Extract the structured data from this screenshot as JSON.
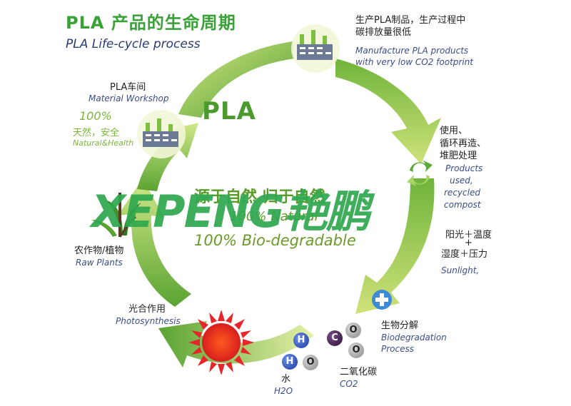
{
  "title": {
    "cn": "PLA 产品的生命周期",
    "en": "PLA Life-cycle process"
  },
  "center": {
    "pla": "PLA",
    "cn_slogan": "源于自然   归于自然",
    "en_natural": "100% Natural",
    "en_degradable": "100% Bio-degradable"
  },
  "watermark": "XEPENG艳鹏",
  "stages": {
    "manufacture": {
      "cn_line1": "生产PLA制品，生产过程中",
      "cn_line2": "碳排放量很低",
      "en_line1": "Manufacture PLA products",
      "en_line2": "with very low CO2 footprint"
    },
    "workshop": {
      "cn": "PLA车间",
      "en": "Material Workshop",
      "pct": "100%",
      "cn_natural": "天然，安全",
      "en_natural": "Natural&Health"
    },
    "use": {
      "cn_line1": "使用、",
      "cn_line2": "循环再造、",
      "cn_line3": "堆肥处理",
      "en_line1": "Products",
      "en_line2": "used,",
      "en_line3": "recycled",
      "en_line4": "compost"
    },
    "conditions": {
      "cn_line1": "阳光＋温度",
      "cn_plus": "+",
      "cn_line2": "湿度＋压力",
      "en": "Sunlight,"
    },
    "biodegradation": {
      "cn": "生物分解",
      "en_line1": "Biodegradation",
      "en_line2": "Process"
    },
    "co2": {
      "cn": "二氧化碳",
      "en": "CO2"
    },
    "water": {
      "cn": "水",
      "en": "H2O"
    },
    "photosynthesis": {
      "cn": "光合作用",
      "en": "Photosynthesis"
    },
    "plants": {
      "cn": "农作物/植物",
      "en": "Raw Plants"
    }
  },
  "molecules": {
    "h_top": "H",
    "h_bottom": "H",
    "o_water": "O",
    "c": "C",
    "o_top": "O",
    "o_bottom": "O"
  },
  "colors": {
    "title_green": "#3aa038",
    "arrow_green": "#8cc63f",
    "arrow_dark": "#3f8f2a",
    "text_blue": "#3a4d8c",
    "sun_red": "#e8262a"
  }
}
